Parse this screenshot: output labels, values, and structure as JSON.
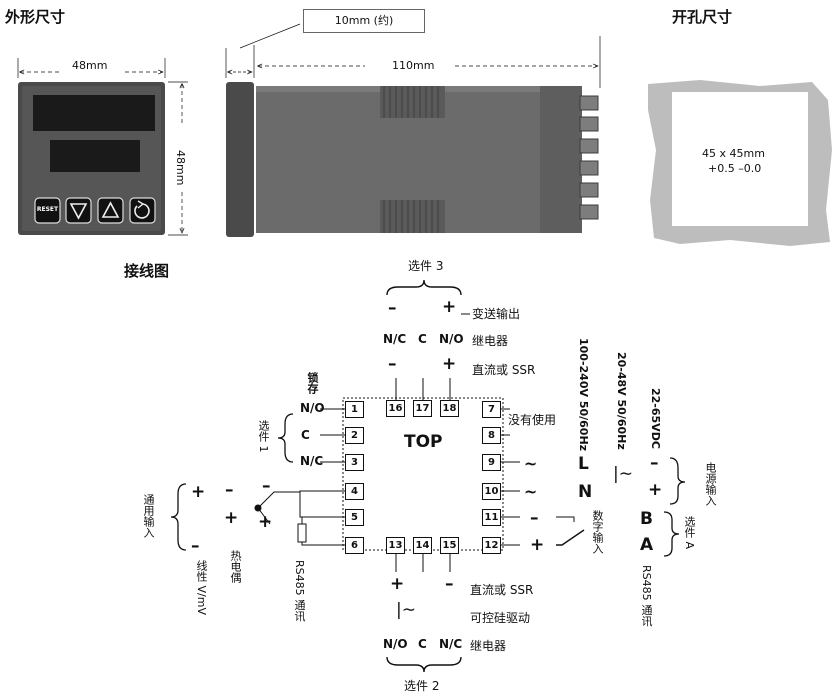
{
  "headings": {
    "dimensions": "外形尺寸",
    "cutout": "开孔尺寸",
    "wiring": "接线图"
  },
  "dimensions": {
    "front_width": "48mm",
    "front_height": "48mm",
    "bezel_depth": "10mm (约)",
    "body_length": "110mm"
  },
  "front_panel": {
    "buttons": [
      {
        "name": "reset-button",
        "label": "RESET"
      },
      {
        "name": "down-button",
        "icon": "triangle-down-icon"
      },
      {
        "name": "up-button",
        "icon": "triangle-up-icon"
      },
      {
        "name": "refresh-button",
        "icon": "refresh-icon"
      }
    ]
  },
  "cutout": {
    "size": "45 x 45mm",
    "tolerance": "+0.5 –0.0"
  },
  "wiring": {
    "top_label": "TOP",
    "terminals_left": [
      "1",
      "2",
      "3",
      "4",
      "5",
      "6"
    ],
    "terminals_right": [
      "7",
      "8",
      "9",
      "10",
      "11",
      "12"
    ],
    "terminals_top": [
      "16",
      "17",
      "18"
    ],
    "terminals_bottom": [
      "13",
      "14",
      "15"
    ],
    "option3": {
      "title": "选件 3",
      "transmission_output": "变送输出",
      "relay": "继电器",
      "dc_ssr": "直流或 SSR",
      "nc": "N/C",
      "c": "C",
      "no": "N/O",
      "minus": "–",
      "plus": "+"
    },
    "option1": {
      "title": "选件 1",
      "latch": "锁存",
      "no": "N/O",
      "c": "C",
      "nc": "N/C"
    },
    "unused": "没有使用",
    "power": {
      "ac_100_240": "100-240V 50/60Hz",
      "ac_20_48": "20-48V 50/60Hz",
      "dc_22_65": "22-65VDC",
      "title": "电源输入",
      "l": "L",
      "n": "N",
      "minus": "–",
      "plus": "+",
      "tilde": "∼",
      "bar_tilde": "|∼"
    },
    "option_a": {
      "title": "选件 A",
      "b": "B",
      "a": "A",
      "rs485": "RS485 通讯",
      "digital_input": "数字输入",
      "minus": "–",
      "plus": "+"
    },
    "universal_input": {
      "title": "通用输入",
      "thermocouple": "热电偶",
      "linear": "线性 V/mV",
      "rs485": "RS485 通讯",
      "plus": "+",
      "minus": "–"
    },
    "option2": {
      "title": "选件 2",
      "dc_ssr": "直流或 SSR",
      "triac": "可控硅驱动",
      "relay": "继电器",
      "no": "N/O",
      "c": "C",
      "nc": "N/C",
      "plus": "+",
      "minus": "–",
      "bar_tilde": "|∼"
    }
  },
  "colors": {
    "bezel": "#4a4a4a",
    "body": "#6b6b6b",
    "cutout_gray": "#bdbdbd",
    "display": "#1a1a1a"
  }
}
